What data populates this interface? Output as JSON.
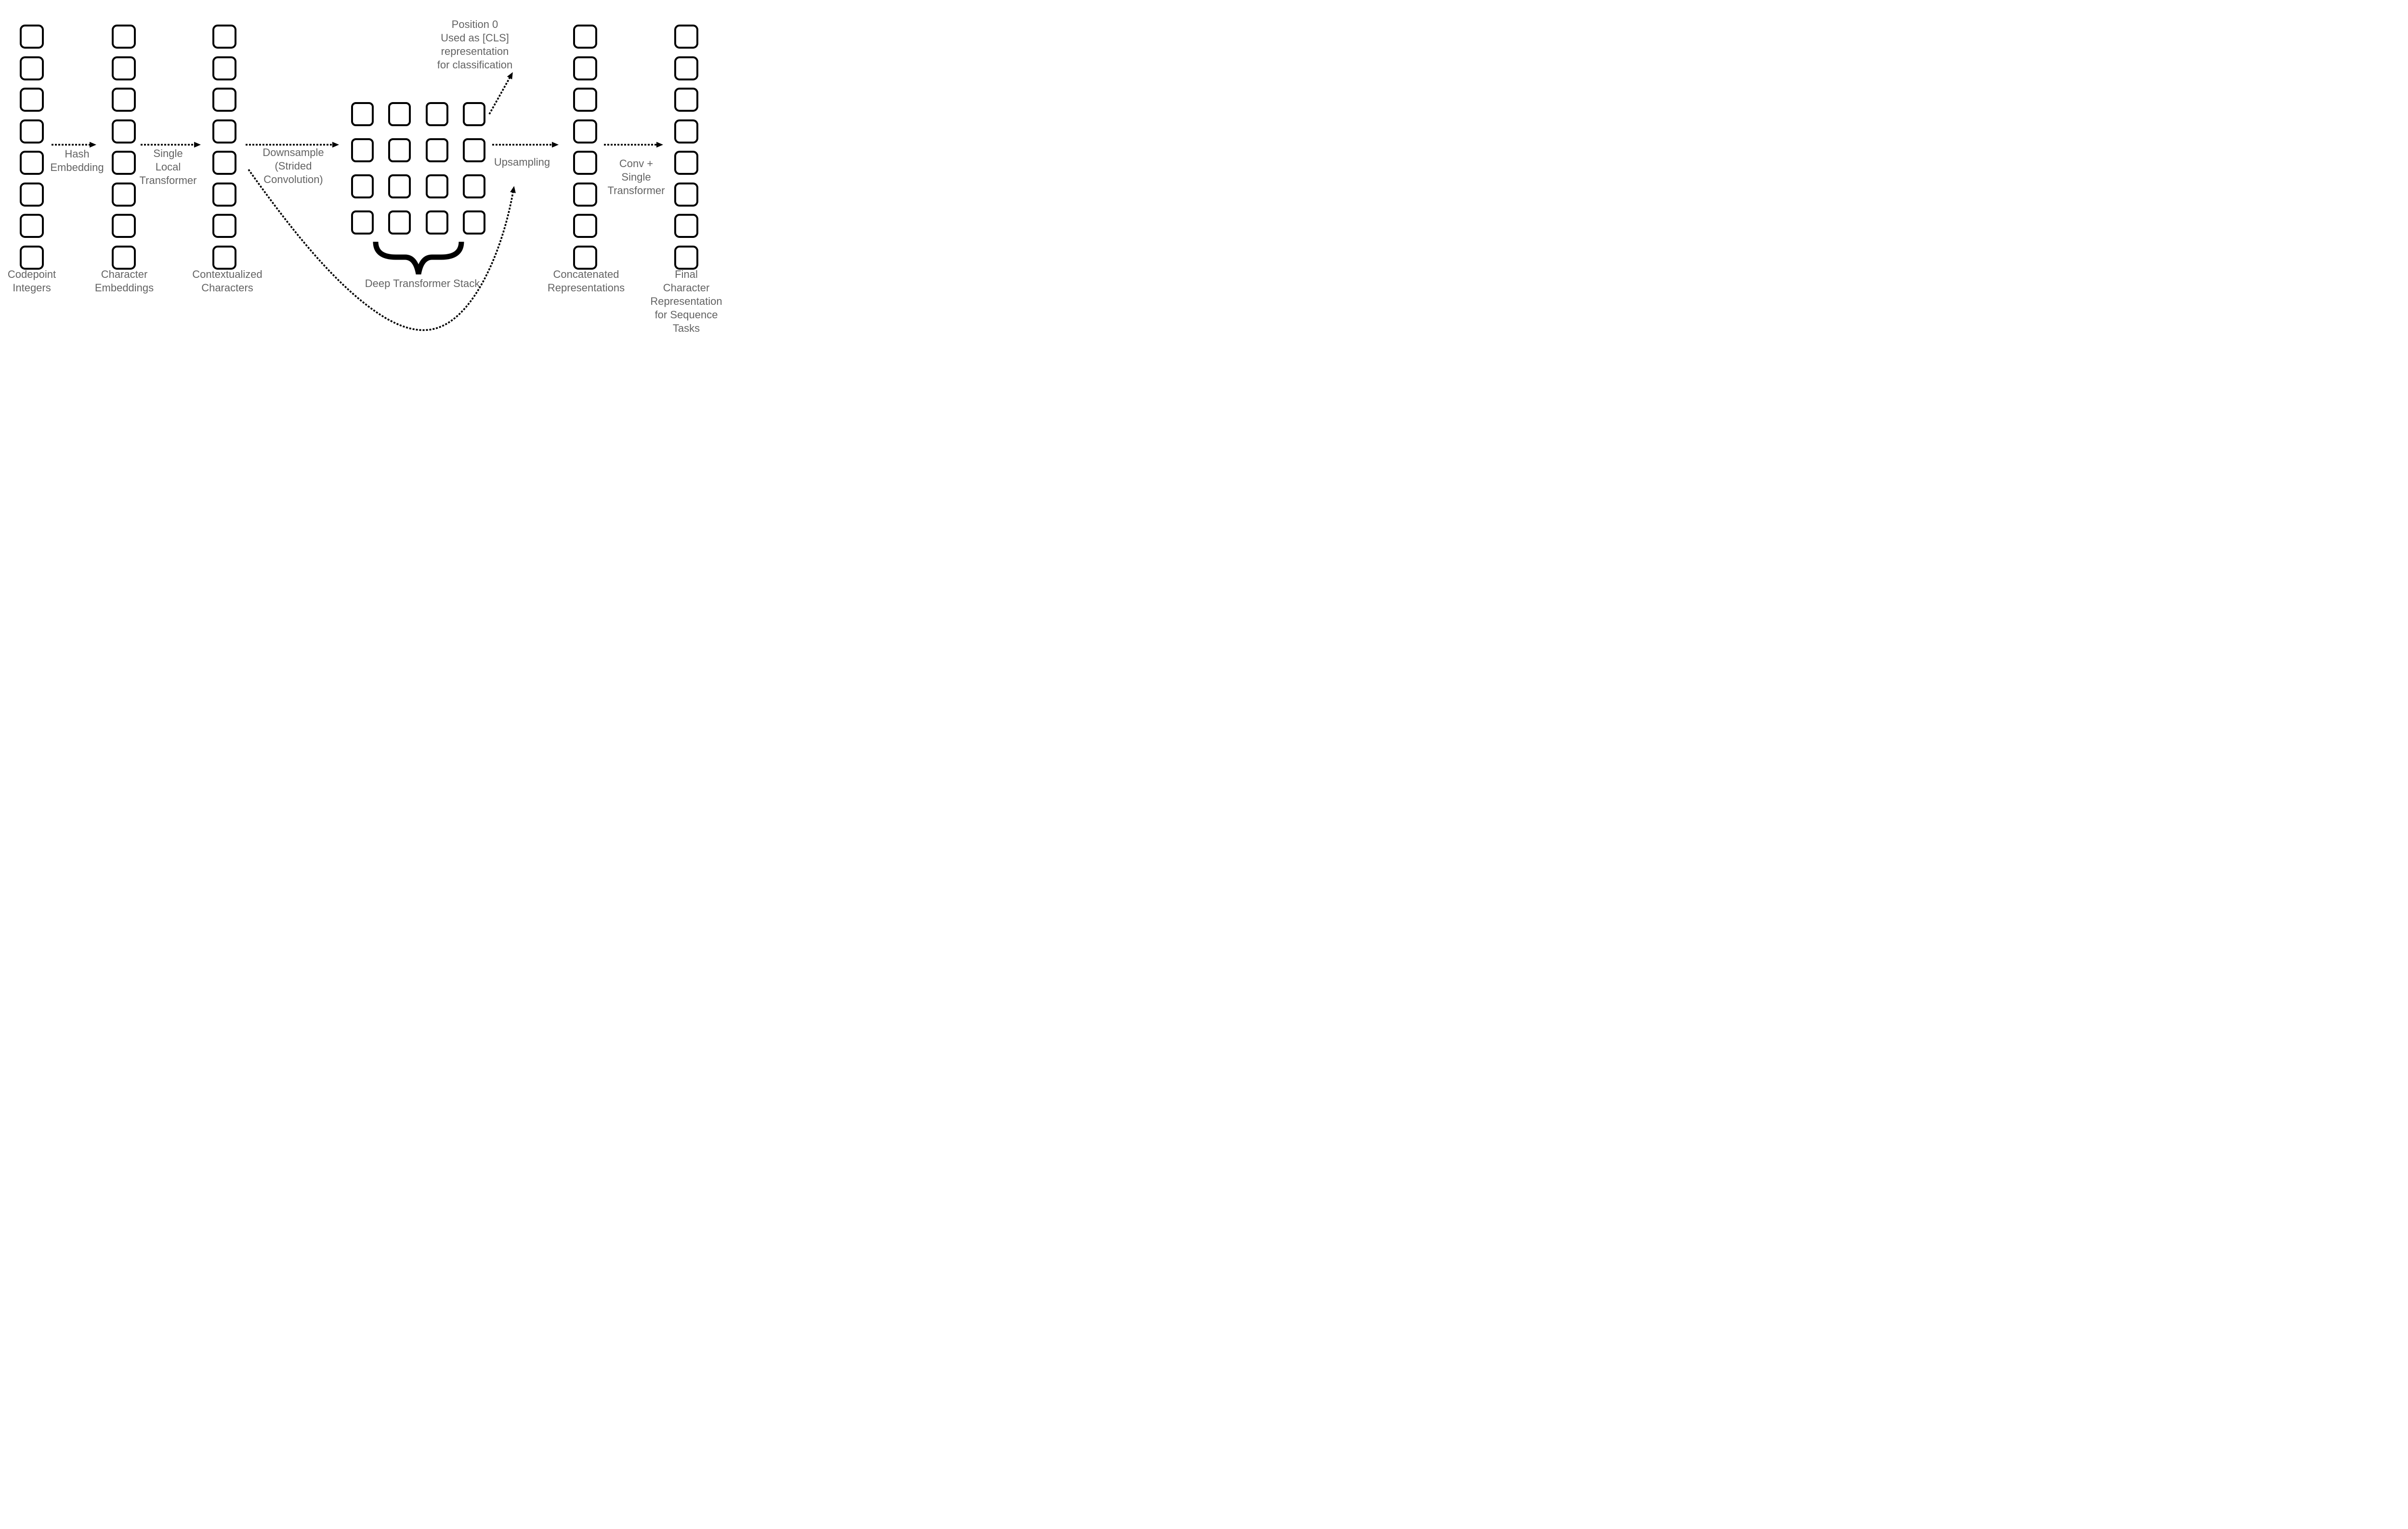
{
  "diagram": {
    "title": "Character-level transformer architecture diagram",
    "columns": [
      {
        "id": "codepoint-integers",
        "label": "Codepoint\nIntegers",
        "cells": 8
      },
      {
        "id": "character-embeddings",
        "label": "Character\nEmbeddings",
        "cells": 8
      },
      {
        "id": "contextualized-characters",
        "label": "Contextualized\nCharacters",
        "cells": 8
      },
      {
        "id": "concatenated-representations",
        "label": "Concatenated\nRepresentations",
        "cells": 8
      },
      {
        "id": "final-character-representation",
        "label": "Final\nCharacter\nRepresentation\nfor Sequence Tasks",
        "cells": 8
      }
    ],
    "grid": {
      "rows": 4,
      "cols": 4,
      "cells": 16,
      "label": "Deep Transformer Stack"
    },
    "arrows": [
      {
        "id": "hash-embedding",
        "label": "Hash\nEmbedding"
      },
      {
        "id": "local-transformer",
        "label": "Single\nLocal\nTransformer"
      },
      {
        "id": "downsample",
        "label": "Downsample\n(Strided\nConvolution)"
      },
      {
        "id": "upsampling",
        "label": "Upsampling"
      },
      {
        "id": "conv-transformer",
        "label": "Conv +\nSingle\nTransformer"
      }
    ],
    "cls_note": "Position 0\nUsed as [CLS]\nrepresentation\nfor classification",
    "colors": {
      "ink": "#000000",
      "text": "#636363",
      "bg": "#ffffff"
    }
  }
}
